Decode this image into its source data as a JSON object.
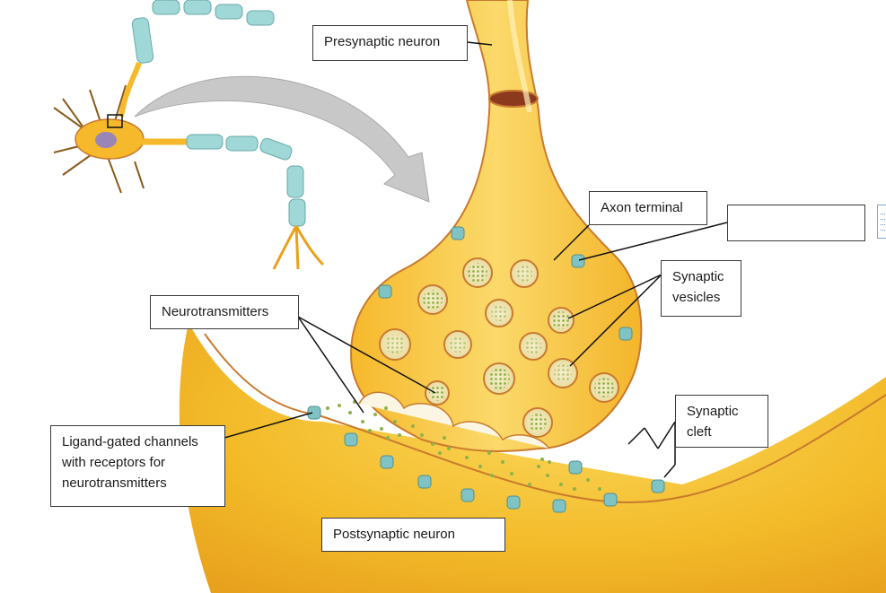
{
  "diagram": {
    "labels": {
      "presynaptic_neuron": "Presynaptic neuron",
      "axon_terminal": "Axon terminal",
      "blank_answer": "",
      "synaptic_vesicles_line1": "Synaptic",
      "synaptic_vesicles_line2": "vesicles",
      "neurotransmitters": "Neurotransmitters",
      "ligand_gated_line1": "Ligand-gated channels",
      "ligand_gated_line2": "with receptors for",
      "ligand_gated_line3": "neurotransmitters",
      "synaptic_cleft_line1": "Synaptic",
      "synaptic_cleft_line2": "cleft",
      "postsynaptic_neuron": "Postsynaptic neuron"
    },
    "colors": {
      "cytoplasm": "#f7c43a",
      "membrane": "#c97a2e",
      "vesicle_fill": "#f3eabd",
      "vesicle_dots": "#8fb24a",
      "channel": "#7fc3c4",
      "myelin": "#9fd8d6",
      "arrow": "#c8c8c8"
    }
  }
}
